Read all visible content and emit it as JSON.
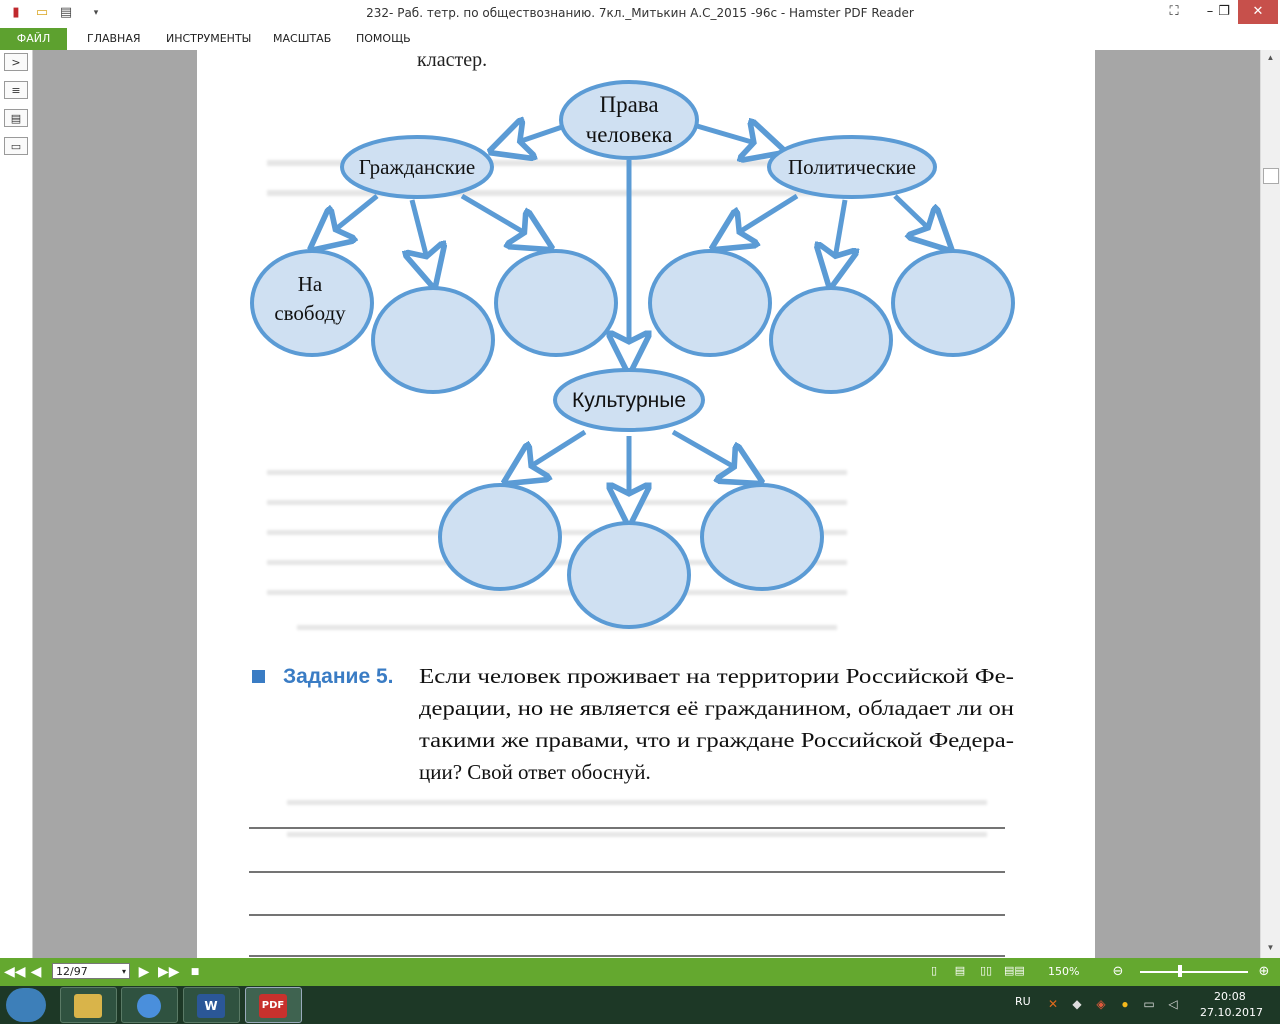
{
  "window": {
    "title": "232- Раб. тетр. по обществознанию. 7кл._Митькин А.С_2015 -96с - Hamster PDF Reader"
  },
  "menu": {
    "items": [
      "ФАЙЛ",
      "ГЛАВНАЯ",
      "ИНСТРУМЕНТЫ",
      "МАСШТАБ",
      "ПОМОЩЬ"
    ]
  },
  "document": {
    "cluster_word": "кластер.",
    "nodes": {
      "root": [
        "Права",
        "человека"
      ],
      "civil": "Гражданские",
      "political": "Политические",
      "cultural": "Культурные",
      "freedom": [
        "На",
        "свободу"
      ]
    },
    "task": {
      "label": "Задание 5.",
      "lines": [
        "Если человек проживает на территории Российской Фе-",
        "дерации, но не является её гражданином, обладает ли он",
        "такими же правами, что и граждане Российской Федера-",
        "ции? Свой ответ обоснуй."
      ]
    }
  },
  "status": {
    "page_indicator": "12/97",
    "zoom": "150%",
    "zoom_level": 0.37
  },
  "tray": {
    "language": "RU",
    "time": "20:08",
    "date": "27.10.2017"
  },
  "colors": {
    "accent_green": "#5da12f",
    "diagram_fill": "#cfe0f2",
    "diagram_stroke": "#5b9bd5",
    "task_label": "#3a7cc4"
  }
}
